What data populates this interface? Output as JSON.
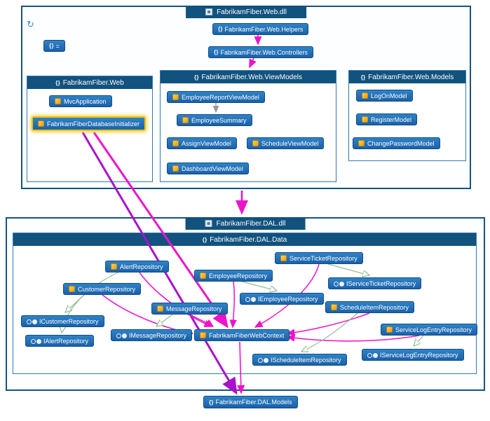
{
  "colors": {
    "node_blue": "#1b61a9",
    "container_border": "#155381",
    "title_bar": "#11527e",
    "link_magenta": "#ef12cb",
    "link_purple": "#a912cc",
    "link_green": "#8fbc8f",
    "link_gray": "#999999",
    "highlight_gold": "#eec411"
  },
  "web_dll": {
    "title": "FabrikamFiber.Web.dll",
    "unnamed_node": "=",
    "helpers": "FabrikamFiber.Web.Helpers",
    "controllers": "FabrikamFiber.Web.Controllers",
    "web_group": {
      "title": "FabrikamFiber.Web",
      "nodes": {
        "mvc_application": "MvcApplication",
        "database_initializer": "FabrikamFiberDatabaseInitializer"
      }
    },
    "viewmodels_group": {
      "title": "FabrikamFiber.Web.ViewModels",
      "nodes": {
        "employee_report_viewmodel": "EmployeeReportViewModel",
        "employee_summary": "EmployeeSummary",
        "assign_viewmodel": "AssignViewModel",
        "schedule_viewmodel": "ScheduleViewModel",
        "dashboard_viewmodel": "DashboardViewModel"
      }
    },
    "models_group": {
      "title": "FabrikamFiber.Web.Models",
      "nodes": {
        "logon_model": "LogOnModel",
        "register_model": "RegisterModel",
        "change_password_model": "ChangePasswordModel"
      }
    }
  },
  "dal_dll": {
    "title": "FabrikamFiber.DAL.dll",
    "data_group": {
      "title": "FabrikamFiber.DAL.Data",
      "classes": {
        "alert_repository": "AlertRepository",
        "employee_repository": "EmployeeRepository",
        "service_ticket_repository": "ServiceTicketRepository",
        "customer_repository": "CustomerRepository",
        "message_repository": "MessageRepository",
        "schedule_item_repository": "ScheduleItemRepository",
        "service_log_entry_repository": "ServiceLogEntryRepository",
        "fabrikam_fiber_web_context": "FabrikamFiberWebContext"
      },
      "interfaces": {
        "iservice_ticket_repository": "IServiceTicketRepository",
        "iemployee_repository": "IEmployeeRepository",
        "icustomer_repository": "ICustomerRepository",
        "ialert_repository": "IAlertRepository",
        "imessage_repository": "IMessageRepository",
        "ischedule_item_repository": "IScheduleItemRepository",
        "iservice_log_entry_repository": "IServiceLogEntryRepository"
      }
    },
    "models_node": "FabrikamFiber.DAL.Models"
  }
}
